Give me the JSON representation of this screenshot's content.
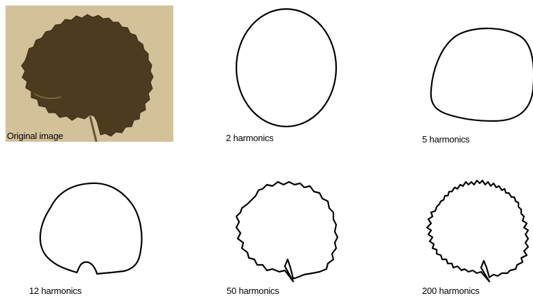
{
  "panels": [
    {
      "caption": "Original image"
    },
    {
      "caption": "2 harmonics"
    },
    {
      "caption": "5 harmonics"
    },
    {
      "caption": "12 harmonics"
    },
    {
      "caption": "50 harmonics"
    },
    {
      "caption": "200 harmonics"
    }
  ],
  "colors": {
    "background_paper": "#d8c7a3",
    "leaf_fill": "#4a3a1f",
    "outline_stroke": "#000000"
  }
}
